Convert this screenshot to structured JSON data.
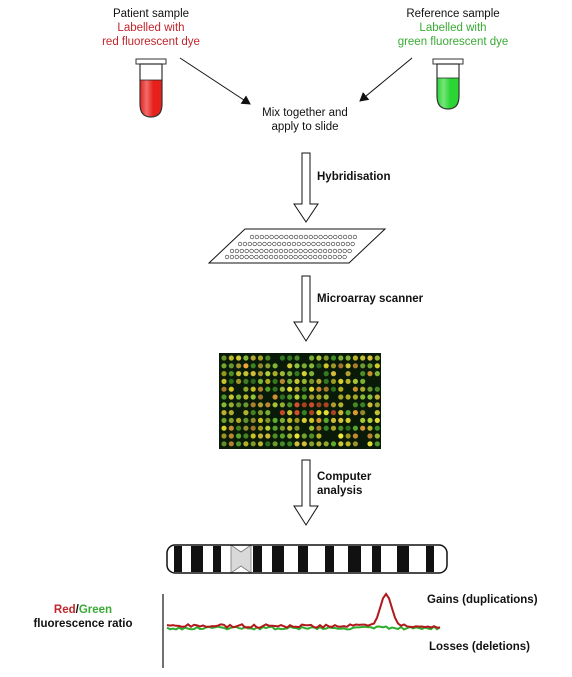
{
  "patient": {
    "title": "Patient sample",
    "label_line1": "Labelled with",
    "label_line2": "red fluorescent dye"
  },
  "reference": {
    "title": "Reference sample",
    "label_line1": "Labelled with",
    "label_line2": "green fluorescent dye"
  },
  "mix": {
    "line1": "Mix together and",
    "line2": "apply to slide"
  },
  "steps": {
    "hybridisation": "Hybridisation",
    "scanner": "Microarray scanner",
    "computer_line1": "Computer",
    "computer_line2": "analysis"
  },
  "ratio": {
    "red_word": "Red",
    "slash": "/",
    "green_word": "Green",
    "line2": "fluorescence ratio"
  },
  "annotations": {
    "gains": "Gains (duplications)",
    "losses": "Losses (deletions)"
  },
  "colors": {
    "red_dye": "#e8201c",
    "green_dye": "#2bd634",
    "red_text": "#c0262c",
    "green_text": "#3aaa35",
    "array_bg": "#0a1a08",
    "trace_red": "#b0181c",
    "trace_green": "#2fae2f"
  }
}
